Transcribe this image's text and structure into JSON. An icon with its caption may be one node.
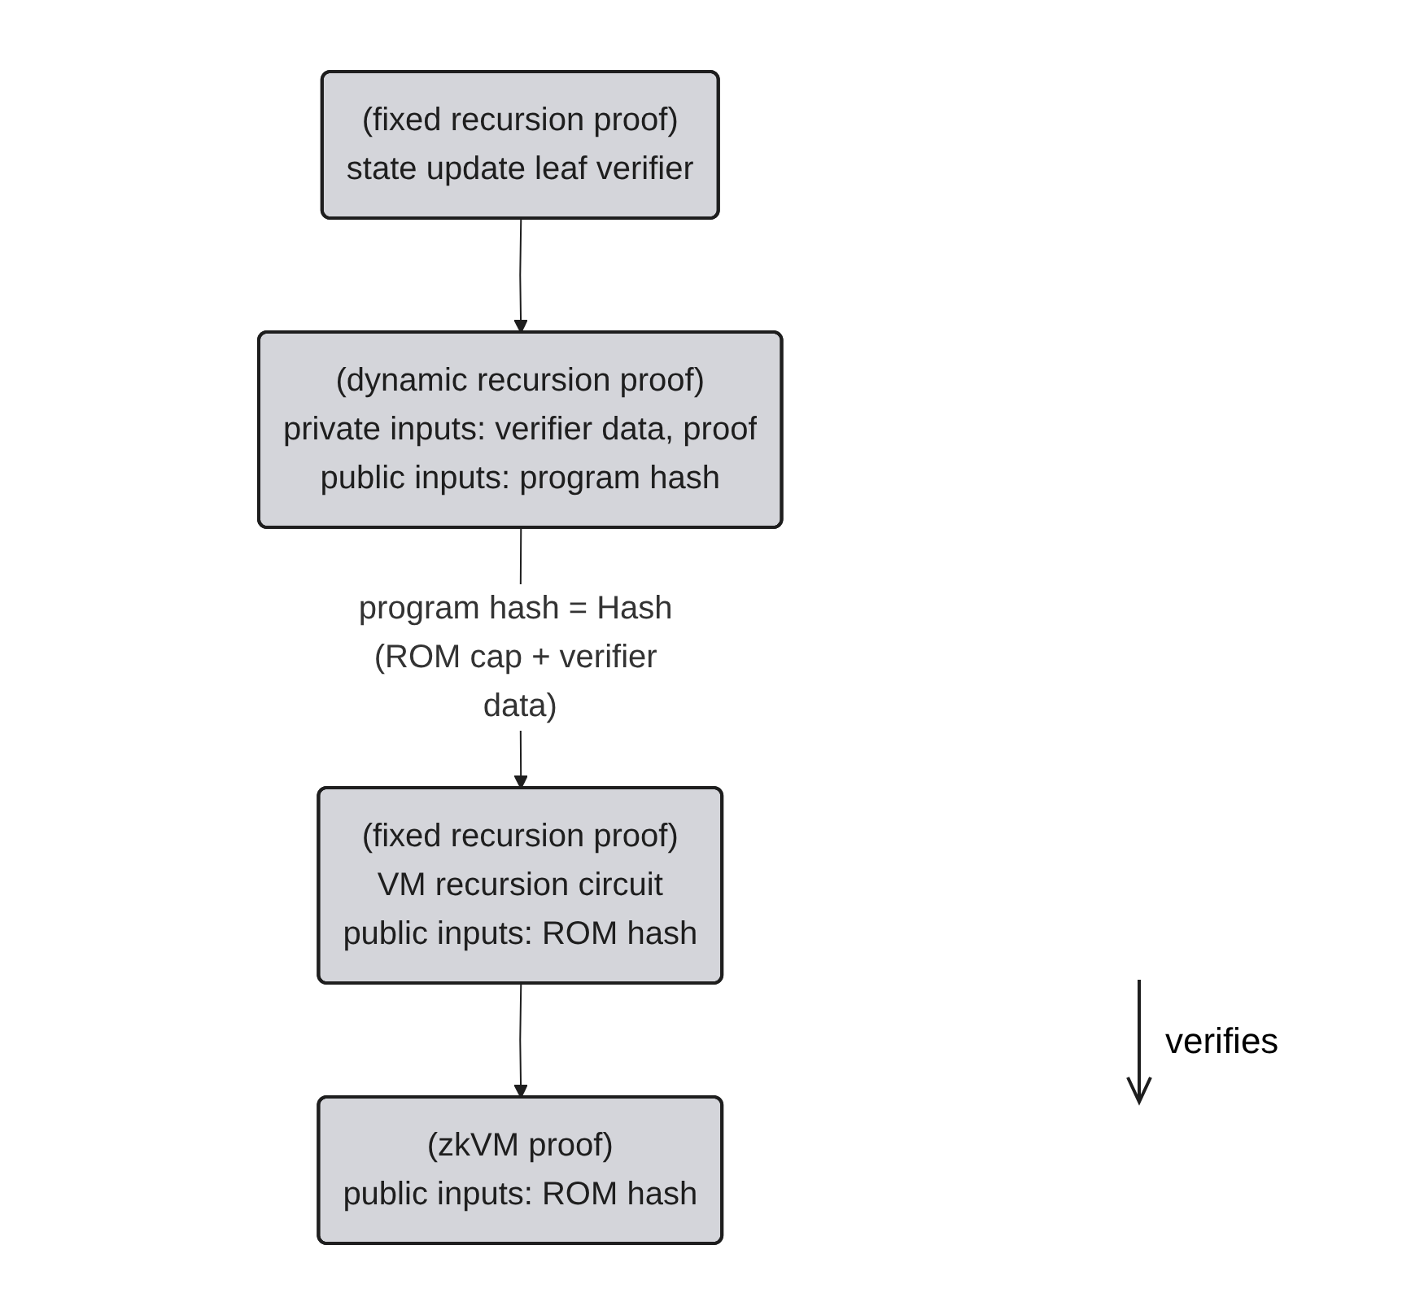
{
  "diagram": {
    "nodes": [
      {
        "text": [
          "(fixed recursion proof)",
          "state update leaf verifier"
        ]
      },
      {
        "text": [
          "(dynamic recursion proof)",
          "private inputs: verifier data, proof",
          "public inputs: program hash"
        ]
      },
      {
        "text": [
          "(fixed recursion proof)",
          "VM recursion circuit",
          "public inputs: ROM hash"
        ]
      },
      {
        "text": [
          "(zkVM proof)",
          "public inputs: ROM hash"
        ]
      }
    ],
    "edges": [
      {
        "from": 0,
        "to": 1,
        "arrow": "to"
      },
      {
        "from": 1,
        "to": 2,
        "arrow": "to",
        "label": "program hash = Hash (ROM cap + verifier data)"
      },
      {
        "from": 2,
        "to": 3,
        "arrow": "to"
      }
    ],
    "legend": [
      {
        "text": "verifies"
      }
    ]
  }
}
